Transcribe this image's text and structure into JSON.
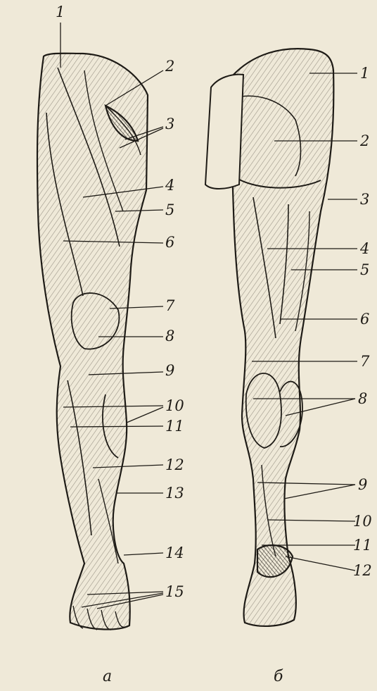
{
  "figures": [
    {
      "id": "a",
      "caption": "а",
      "labels": [
        "1",
        "2",
        "3",
        "4",
        "5",
        "6",
        "7",
        "8",
        "9",
        "10",
        "11",
        "12",
        "13",
        "14",
        "15"
      ]
    },
    {
      "id": "b",
      "caption": "б",
      "labels": [
        "1",
        "2",
        "3",
        "4",
        "5",
        "6",
        "7",
        "8",
        "9",
        "10",
        "11",
        "12"
      ]
    }
  ],
  "colors": {
    "paper": "#efe9d8",
    "ink": "#1e1b16",
    "shade": "#8a8172"
  }
}
